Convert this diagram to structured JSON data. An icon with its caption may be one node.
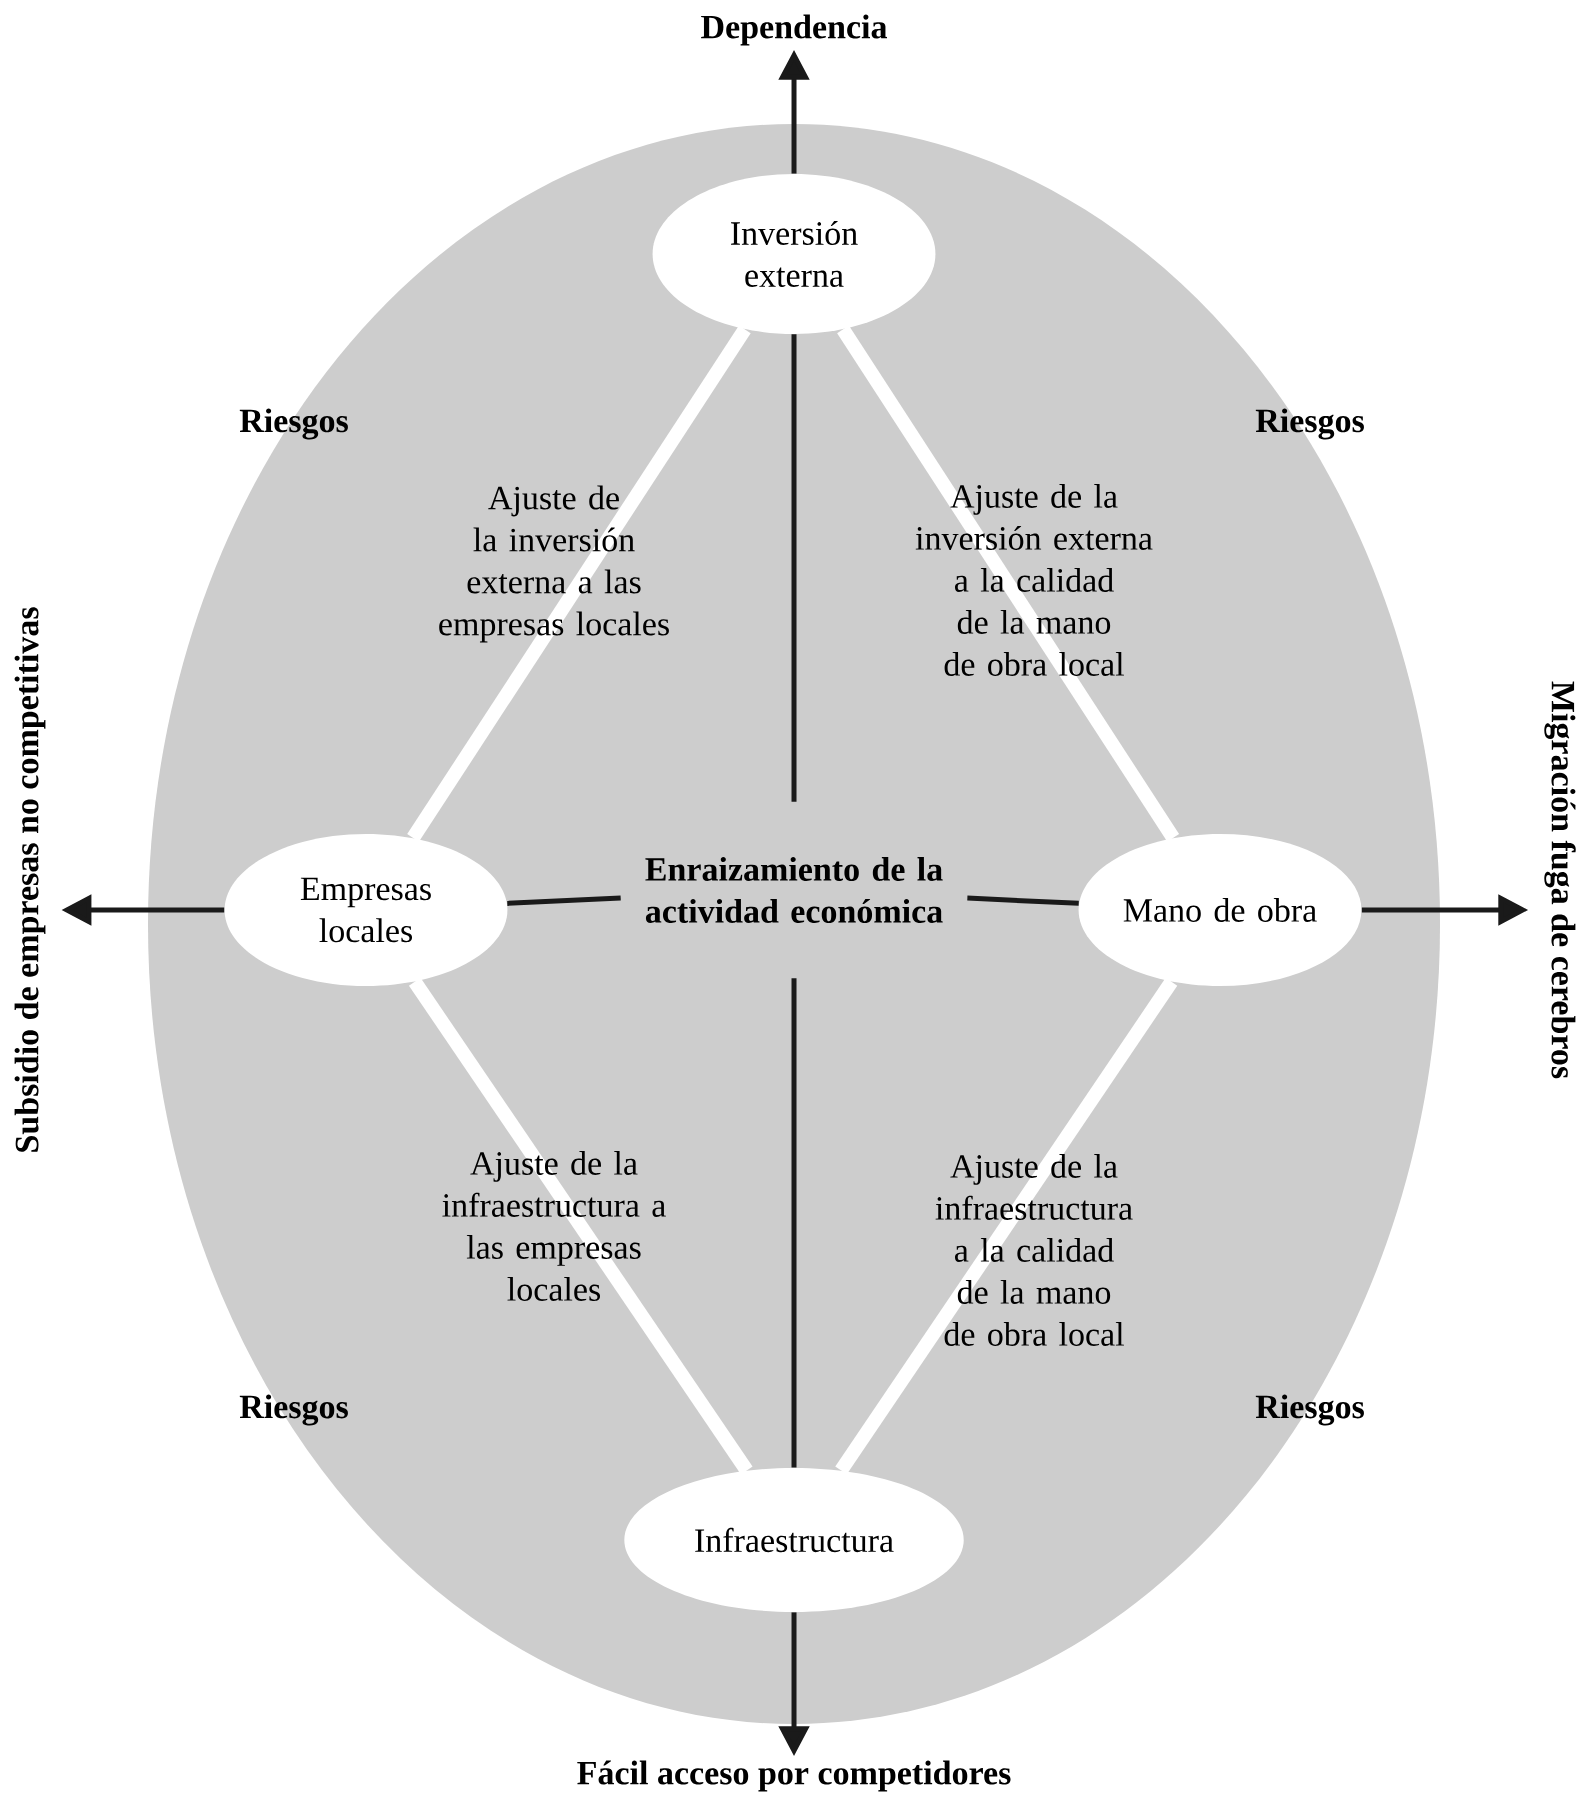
{
  "diagram": {
    "nodes": [
      {
        "text": [
          "Inversión externa"
        ]
      },
      {
        "text": [
          "Empresas locales"
        ]
      },
      {
        "text": [
          "Enraizamiento de la actividad económica"
        ]
      },
      {
        "text": [
          "Mano de obra"
        ]
      },
      {
        "text": [
          "Infraestructura"
        ]
      },
      {
        "text": [
          "Dependencia"
        ]
      },
      {
        "text": [
          "Subsidio de empresas no competitivas"
        ]
      },
      {
        "text": [
          "Migración fuga de cerebros"
        ]
      },
      {
        "text": [
          "Fácil acceso por competidores"
        ]
      }
    ],
    "edges": [
      {
        "from": 0,
        "to": 1,
        "arrow": "none",
        "style": "thick",
        "color": "#ffffff"
      },
      {
        "from": 0,
        "to": 3,
        "arrow": "none",
        "style": "thick",
        "color": "#ffffff"
      },
      {
        "from": 1,
        "to": 4,
        "arrow": "none",
        "style": "thick",
        "color": "#ffffff"
      },
      {
        "from": 3,
        "to": 4,
        "arrow": "none",
        "style": "thick",
        "color": "#ffffff"
      },
      {
        "from": 2,
        "to": 0,
        "arrow": "none"
      },
      {
        "from": 2,
        "to": 1,
        "arrow": "none"
      },
      {
        "from": 2,
        "to": 3,
        "arrow": "none"
      },
      {
        "from": 2,
        "to": 4,
        "arrow": "none"
      },
      {
        "from": 0,
        "to": 5,
        "arrow": "to"
      },
      {
        "from": 1,
        "to": 6,
        "arrow": "to"
      },
      {
        "from": 3,
        "to": 7,
        "arrow": "to"
      },
      {
        "from": 4,
        "to": 8,
        "arrow": "to"
      }
    ],
    "labels": [
      "Riesgos",
      "Riesgos",
      "Ajuste de la inversión externa a las empresas locales",
      "Ajuste de la inversión externa a la calidad de la mano de obra local",
      "Ajuste de la infraestructura a las empresas locales",
      "Ajuste de la infraestructura a la calidad de la mano de obra local",
      "Riesgos",
      "Riesgos"
    ]
  }
}
